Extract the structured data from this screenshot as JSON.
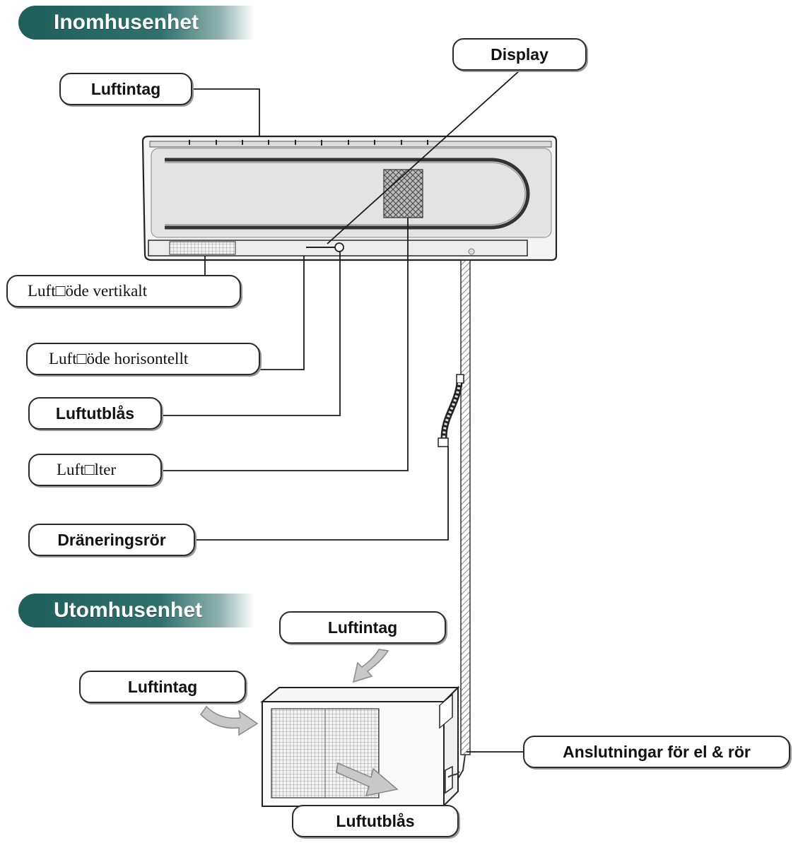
{
  "sections": {
    "indoor": "Inomhusenhet",
    "outdoor": "Utomhusenhet"
  },
  "labels": {
    "display": "Display",
    "indoor_air_intake": "Luftintag",
    "airflow_vertical": "Luft□öde vertikalt",
    "airflow_horizontal": "Luft□öde horisontellt",
    "indoor_air_outlet": "Luftutblås",
    "air_filter": "Luft□lter",
    "drain_pipe": "Dräneringsrör",
    "outdoor_air_intake_top": "Luftintag",
    "outdoor_air_intake_left": "Luftintag",
    "connections": "Anslutningar för el & rör",
    "outdoor_air_outlet": "Luftutblås"
  },
  "colors": {
    "tab": "#2f716b",
    "line": "#1a1a1a",
    "arrow": "#c8c8c8"
  }
}
